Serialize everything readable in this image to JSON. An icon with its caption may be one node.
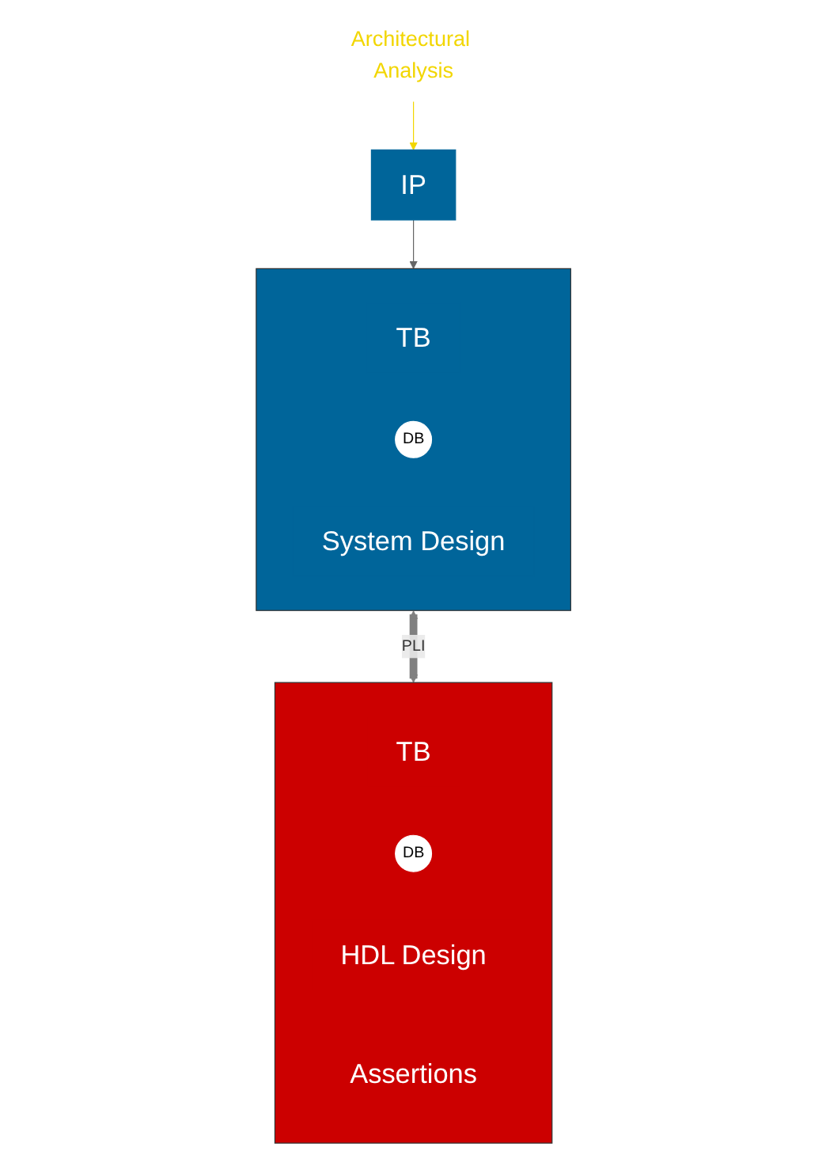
{
  "diagram": {
    "nodes": [
      {
        "text": [
          "Architectural Analysis"
        ]
      },
      {
        "text": [
          "IP"
        ]
      },
      {
        "text": [],
        "shape": "box"
      },
      {
        "text": [
          "TB"
        ],
        "in": 2
      },
      {
        "text": [
          "DB"
        ],
        "in": 2
      },
      {
        "text": [
          "System Design"
        ],
        "in": 2
      },
      {
        "text": [],
        "shape": "box"
      },
      {
        "text": [
          "TB"
        ],
        "in": 6
      },
      {
        "text": [
          "DB"
        ],
        "in": 6
      },
      {
        "text": [
          "HDL Design"
        ],
        "in": 6
      },
      {
        "text": [
          "Assertions"
        ],
        "in": 6
      }
    ],
    "edges": [
      {
        "from": 0,
        "to": 1,
        "arrow": "to",
        "color": "#f2d600"
      },
      {
        "from": 1,
        "to": 2,
        "arrow": "to",
        "color": "#666666"
      },
      {
        "from": 2,
        "to": 6,
        "arrow": "both",
        "label": "PLI",
        "style": "thick",
        "color": "#808080"
      }
    ]
  }
}
